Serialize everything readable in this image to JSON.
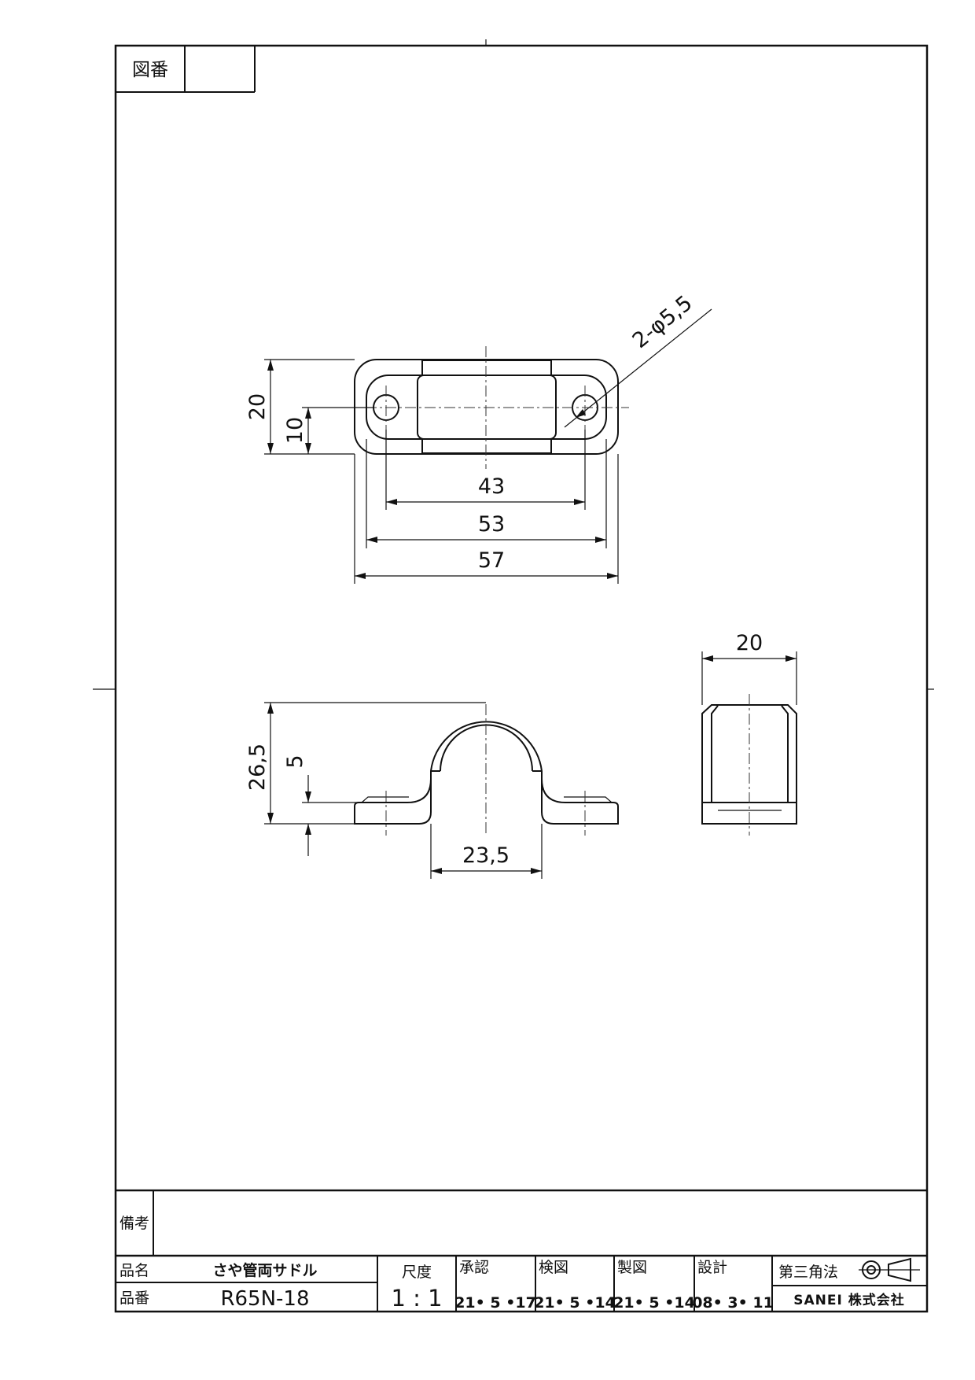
{
  "drawing_number": {
    "label": "図番",
    "value": ""
  },
  "remarks": {
    "label": "備考",
    "value": ""
  },
  "dimensions": {
    "hole_note": "2-φ5,5",
    "top_height_outer": "20",
    "top_height_inner": "10",
    "hole_pitch": "43",
    "base_width_inner": "53",
    "base_width_outer": "57",
    "front_height": "26,5",
    "base_thickness": "5",
    "arch_inner_width": "23,5",
    "side_width": "20"
  },
  "title_block": {
    "product_name_label": "品名",
    "product_name": "さや管両サドル",
    "product_number_label": "品番",
    "product_number": "R65N-18",
    "scale_label": "尺度",
    "scale": "1 : 1",
    "approval_label": "承認",
    "approval_date": "21• 5 •17",
    "check_label": "検図",
    "check_date": "21• 5 •14",
    "drafting_label": "製図",
    "drafting_date": "21• 5 •14",
    "design_label": "設計",
    "design_date": "08•  3• 11",
    "projection_label": "第三角法",
    "projection_icon": "third-angle-projection-symbol",
    "company": "SANEI 株式会社"
  }
}
